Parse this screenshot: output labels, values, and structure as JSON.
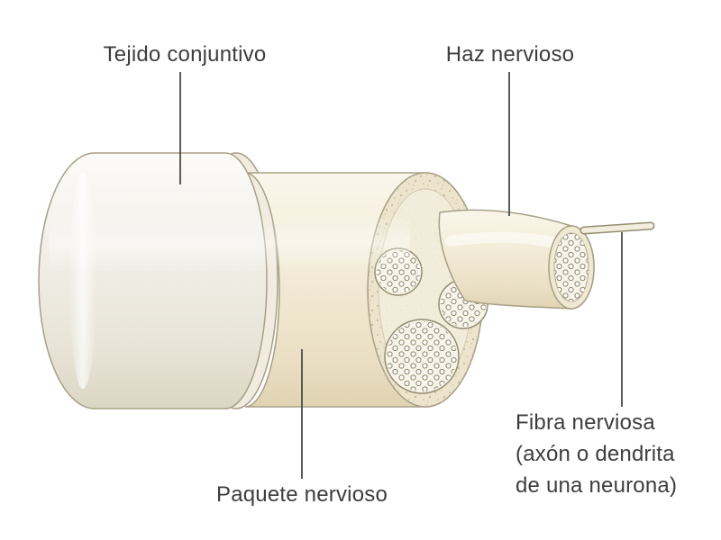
{
  "diagram": {
    "type": "anatomical-diagram",
    "subject": "nerve cross-section",
    "labels": {
      "connective_tissue": "Tejido conjuntivo",
      "nerve_bundle": "Haz nervioso",
      "nerve_packet": "Paquete nervioso",
      "nerve_fiber": {
        "line1": "Fibra nerviosa",
        "line2": "(axón o dendrita",
        "line3": "de una neurona)"
      }
    },
    "colors": {
      "background": "#ffffff",
      "tissue_light": "#fbfaf6",
      "tissue_cream": "#f3ecd8",
      "tissue_shadow": "#ddd2b6",
      "outline": "#a89f87",
      "speckle": "#c9bd9e",
      "label_text": "#3d3d3d",
      "label_line": "#4a4a4a"
    }
  }
}
